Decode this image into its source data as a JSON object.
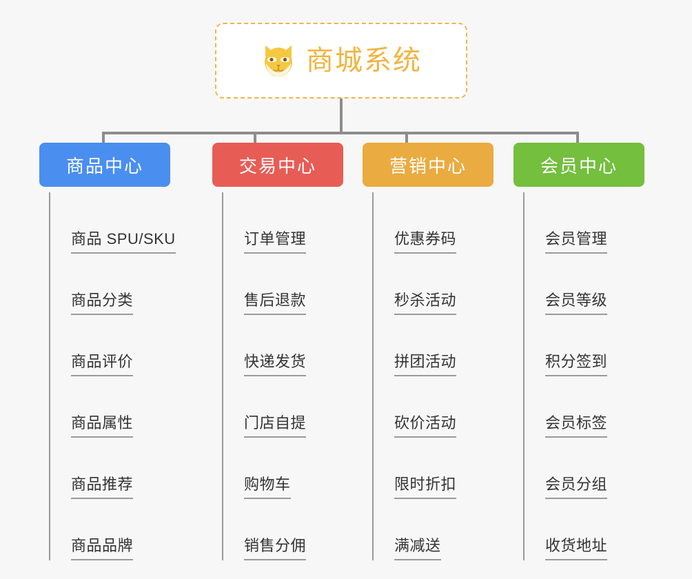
{
  "diagram": {
    "type": "mind-map",
    "background_color": "#f7f7f7",
    "root": {
      "title": "商城系统",
      "icon": "shiba-dog-icon",
      "text_color": "#f0b541",
      "border_color": "#efb54a"
    },
    "connector_color": "#8d8d8d",
    "branches": [
      {
        "label": "商品中心",
        "color": "#4a8ef0",
        "items": [
          "商品 SPU/SKU",
          "商品分类",
          "商品评价",
          "商品属性",
          "商品推荐",
          "商品品牌"
        ]
      },
      {
        "label": "交易中心",
        "color": "#e85c56",
        "items": [
          "订单管理",
          "售后退款",
          "快递发货",
          "门店自提",
          "购物车",
          "销售分佣"
        ]
      },
      {
        "label": "营销中心",
        "color": "#eaab40",
        "items": [
          "优惠券码",
          "秒杀活动",
          "拼团活动",
          "砍价活动",
          "限时折扣",
          "满减送"
        ]
      },
      {
        "label": "会员中心",
        "color": "#74bf3e",
        "items": [
          "会员管理",
          "会员等级",
          "积分签到",
          "会员标签",
          "会员分组",
          "收货地址"
        ]
      }
    ]
  }
}
